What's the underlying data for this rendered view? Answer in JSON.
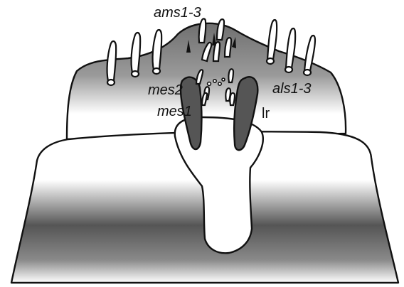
{
  "labels": {
    "ams": "ams1-3",
    "als": "als1-3",
    "mes2": "mes2",
    "mes1": "mes1",
    "lr": "lr"
  },
  "colors": {
    "outline": "#111111",
    "dark_fill": "#555555",
    "mid_fill": "#8a8a8a",
    "light_fill": "#ffffff"
  }
}
